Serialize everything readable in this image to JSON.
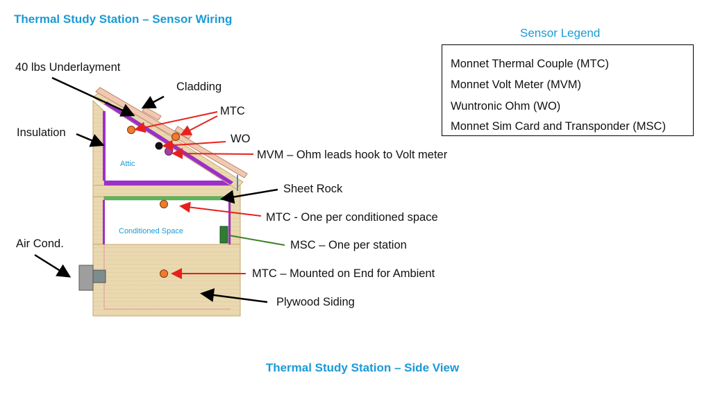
{
  "title_top": "Thermal Study Station – Sensor Wiring",
  "title_bottom": "Thermal Study Station – Side View",
  "legend": {
    "title": "Sensor Legend",
    "items": [
      "Monnet Thermal Couple (MTC)",
      "Monnet Volt Meter (MVM)",
      "Wuntronic Ohm (WO)",
      "Monnet Sim Card and Transponder (MSC)"
    ]
  },
  "labels": {
    "underlayment": "40 lbs Underlayment",
    "cladding": "Cladding",
    "insulation": "Insulation",
    "mtc_roof": "MTC",
    "wo": "WO",
    "mvm": "MVM – Ohm leads hook to Volt meter",
    "attic": "Attic",
    "sheet_rock": "Sheet Rock",
    "mtc_conditioned": "MTC - One per conditioned space",
    "conditioned_space": "Conditioned Space",
    "air_cond": "Air Cond.",
    "msc": "MSC – One per station",
    "mtc_ambient": "MTC – Mounted on End for Ambient",
    "plywood": "Plywood Siding"
  },
  "colors": {
    "title": "#1a9ad6",
    "wood": "#ead9b0",
    "wood_edge": "#c9a66b",
    "insulation": "#9b30c8",
    "sensor_orange": "#f07c2a",
    "sensor_purple": "#a13fa6",
    "sensor_black": "#111111",
    "sheet_rock": "#5bb85b",
    "msc": "#2e7d32",
    "arrow_red": "#e8201c",
    "arrow_green": "#3f7f2a",
    "arrow_black": "#000000",
    "cladding": "#f1c9b0",
    "ac_unit": "#9e9e9e"
  }
}
